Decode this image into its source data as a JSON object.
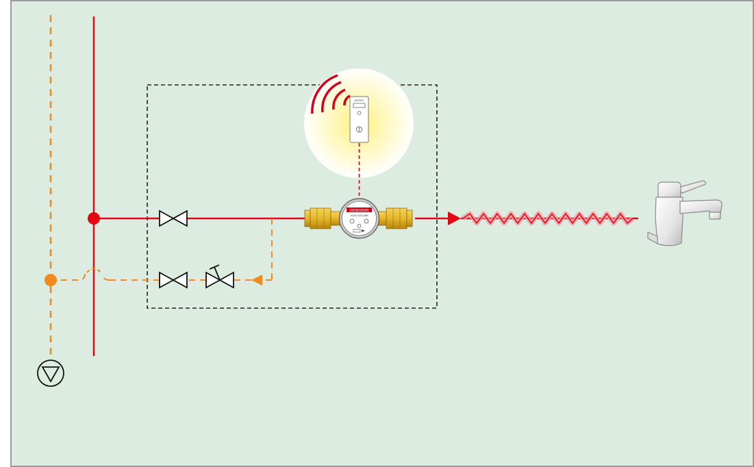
{
  "diagram": {
    "colors": {
      "background": "#dcece0",
      "frame": "#9a9a9a",
      "supply_line": "#e30613",
      "circulation_line": "#f08a1c",
      "boundary": "#222222",
      "brass": "#e6b62a",
      "glow": "#fff27a",
      "signal": "#d0021b",
      "heating_glow": "#f3a0a8"
    },
    "meter": {
      "counter": "00000000",
      "serial": "2016-0101086"
    },
    "radio_module": {
      "label": "WATERT"
    }
  }
}
